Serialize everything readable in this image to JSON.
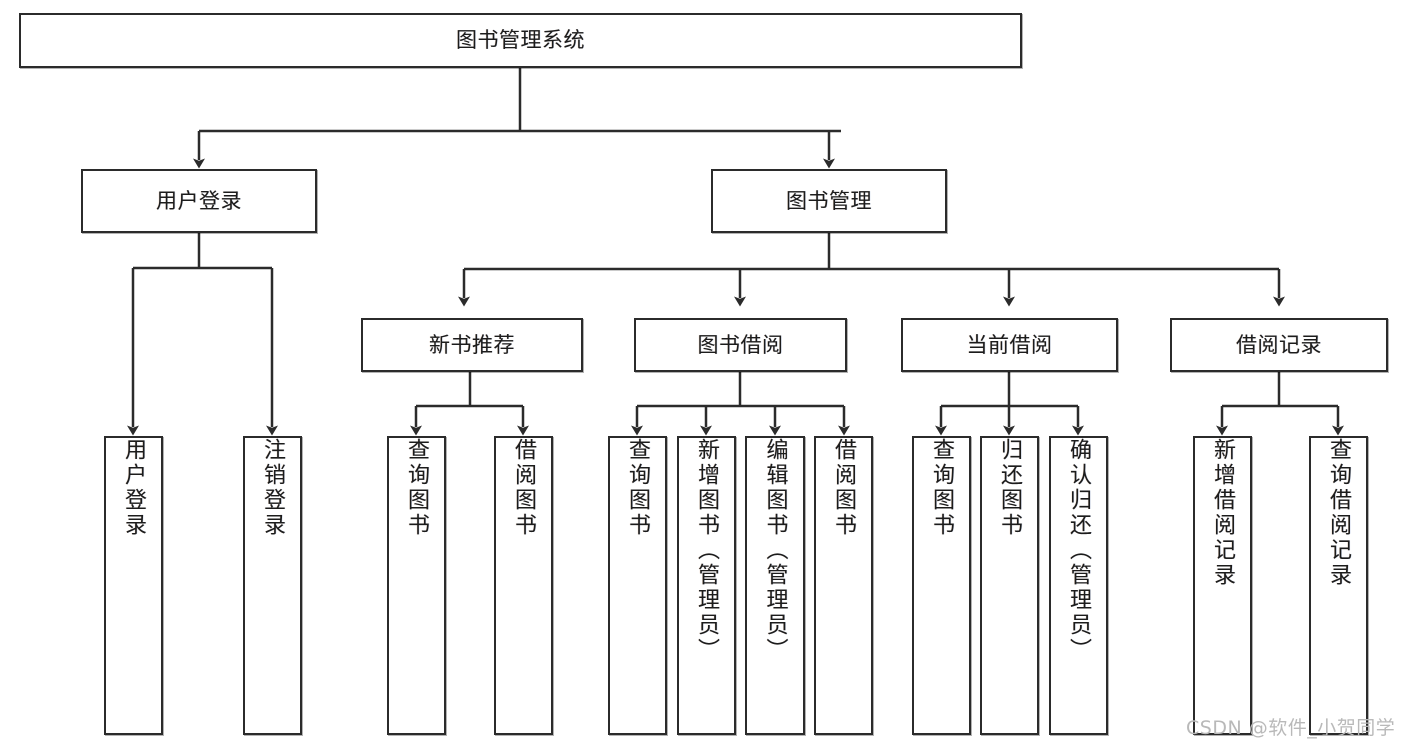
{
  "diagram": {
    "title": "图书管理系统",
    "watermark": "CSDN @软件_小贺同学",
    "root": {
      "label": "图书管理系统"
    },
    "level2": [
      {
        "label": "用户登录"
      },
      {
        "label": "图书管理"
      }
    ],
    "level3": [
      {
        "label": "新书推荐"
      },
      {
        "label": "图书借阅"
      },
      {
        "label": "当前借阅"
      },
      {
        "label": "借阅记录"
      }
    ],
    "leaves": {
      "user_login": [
        {
          "label": "用户登录"
        },
        {
          "label": "注销登录"
        }
      ],
      "new_book_recommend": [
        {
          "label": "查询图书"
        },
        {
          "label": "借阅图书"
        }
      ],
      "book_borrow": [
        {
          "label": "查询图书"
        },
        {
          "label": "新增图书（管理员）"
        },
        {
          "label": "编辑图书（管理员）"
        },
        {
          "label": "借阅图书"
        }
      ],
      "current_borrow": [
        {
          "label": "查询图书"
        },
        {
          "label": "归还图书"
        },
        {
          "label": "确认归还（管理员）"
        }
      ],
      "borrow_record": [
        {
          "label": "新增借阅记录"
        },
        {
          "label": "查询借阅记录"
        }
      ]
    },
    "colors": {
      "stroke": "#2b2b2b",
      "fill": "#ffffff",
      "text": "#1c1c1c",
      "watermark": "#b9b9b9"
    }
  }
}
